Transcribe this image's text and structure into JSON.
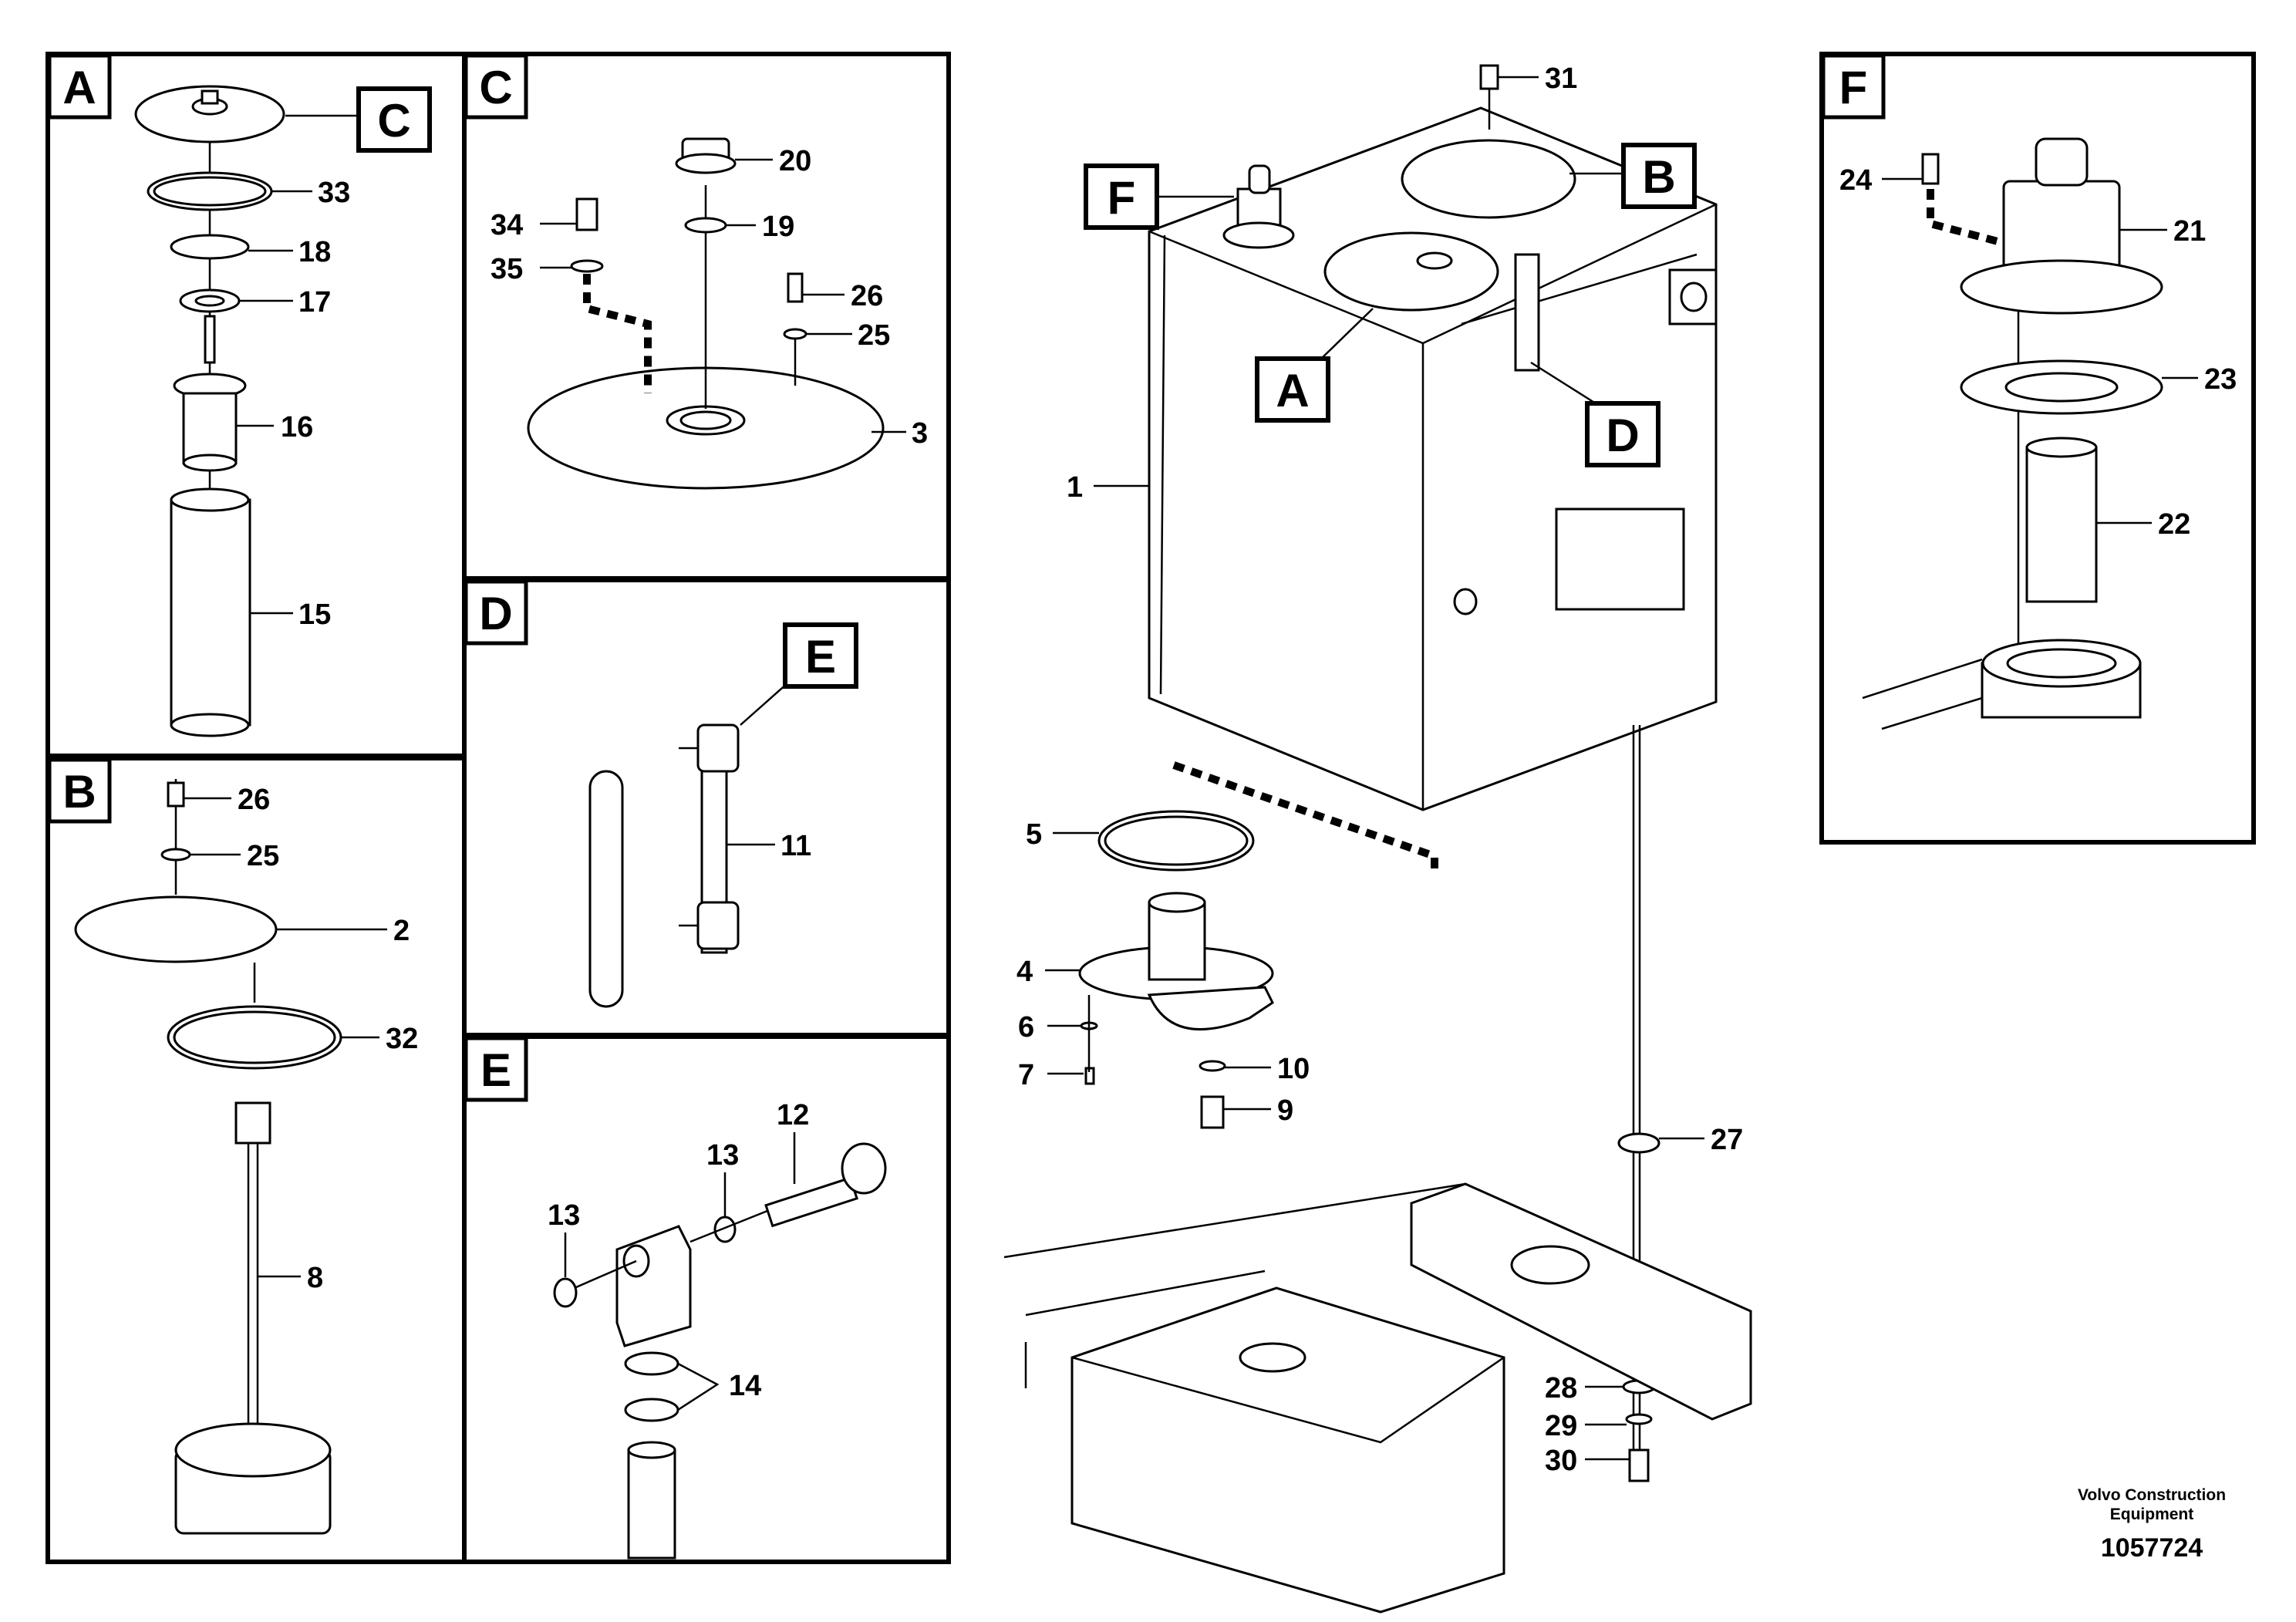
{
  "panels": {
    "A": {
      "label": "A"
    },
    "B": {
      "label": "B"
    },
    "C": {
      "label": "C"
    },
    "D": {
      "label": "D"
    },
    "E": {
      "label": "E"
    },
    "F": {
      "label": "F"
    }
  },
  "refs": {
    "A": "A",
    "B": "B",
    "C": "C",
    "D": "D",
    "E": "E",
    "F": "F"
  },
  "callouts": {
    "p1": "1",
    "p2": "2",
    "p3": "3",
    "p4": "4",
    "p5": "5",
    "p6": "6",
    "p7": "7",
    "p8": "8",
    "p9": "9",
    "p10": "10",
    "p11": "11",
    "p12": "12",
    "p13": "13",
    "p14": "14",
    "p15": "15",
    "p16": "16",
    "p17": "17",
    "p18": "18",
    "p19": "19",
    "p20": "20",
    "p21": "21",
    "p22": "22",
    "p23": "23",
    "p24": "24",
    "p25": "25",
    "p26": "26",
    "p27": "27",
    "p28": "28",
    "p29": "29",
    "p30": "30",
    "p31": "31",
    "p32": "32",
    "p33": "33",
    "p34": "34",
    "p35": "35"
  },
  "footer": {
    "company_line1": "Volvo Construction",
    "company_line2": "Equipment",
    "drawing_number": "1057724"
  }
}
